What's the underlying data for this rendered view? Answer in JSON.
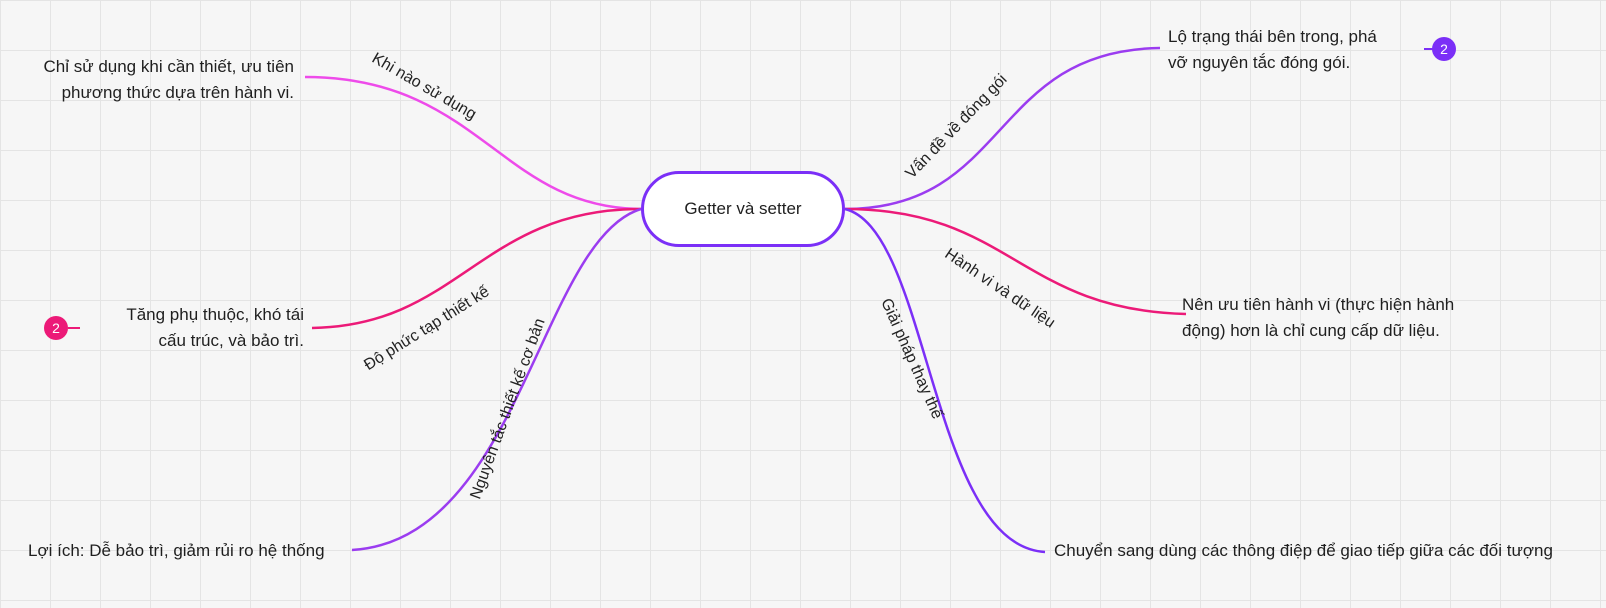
{
  "colors": {
    "purple": "#7b2ff7",
    "violet": "#9b3cf0",
    "pink": "#ee4bea",
    "magenta": "#ec1a78"
  },
  "root": {
    "label": "Getter và setter"
  },
  "branches": {
    "when_to_use": {
      "label": "Khi nào sử dụng",
      "leaf": "Chỉ sử dụng khi cần thiết, ưu tiên\nphương thức dựa trên hành vi."
    },
    "complexity": {
      "label": "Độ phức tạp thiết kế",
      "leaf": "Tăng phụ thuộc, khó tái\ncấu trúc, và bảo trì.",
      "badge": "2"
    },
    "principles": {
      "label": "Nguyên tắc thiết kế cơ bản",
      "leaf": "Lợi ích: Dễ bảo trì, giảm rủi ro hệ thống"
    },
    "encapsulation": {
      "label": "Vấn đề về đóng gói",
      "leaf": "Lộ trạng thái bên trong, phá\nvỡ nguyên tắc đóng gói.",
      "badge": "2"
    },
    "behavior": {
      "label": "Hành vi và dữ liệu",
      "leaf": "Nên ưu tiên hành vi (thực hiện hành\nđộng) hơn là chỉ cung cấp dữ liệu."
    },
    "alternative": {
      "label": "Giải pháp thay thế",
      "leaf": "Chuyển sang dùng các thông điệp để giao tiếp giữa các đối tượng"
    }
  }
}
